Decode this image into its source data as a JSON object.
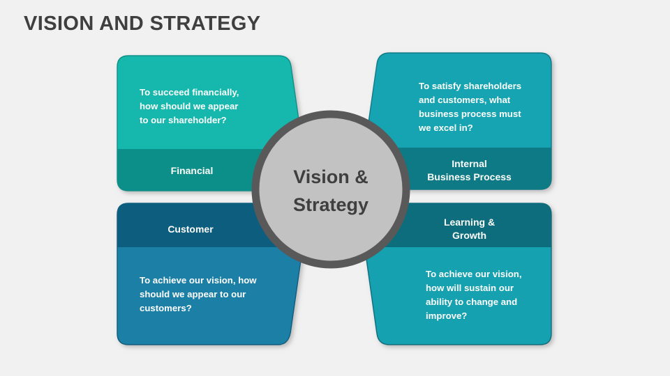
{
  "slide": {
    "title": "VISION AND STRATEGY",
    "background_color": "#f1f1f1",
    "title_color": "#3f3f3f"
  },
  "center": {
    "label": "Vision &\nStrategy",
    "fill_color": "#c2c2c2",
    "border_color": "#595959",
    "text_color": "#3f3f3f"
  },
  "quadrants": {
    "top_left": {
      "name": "Financial",
      "label": "Financial",
      "body": "To succeed financially,\nhow should we appear\nto our shareholder?",
      "fill_color": "#16b8ae",
      "band_color": "#0d8f89",
      "label_position": "bottom"
    },
    "top_right": {
      "name": "Internal Business Process",
      "label": "Internal\nBusiness Process",
      "body": "To satisfy shareholders\nand customers, what\nbusiness process must\nwe excel in?",
      "fill_color": "#18a4b2",
      "band_color": "#0e7a85",
      "label_position": "bottom"
    },
    "bottom_left": {
      "name": "Customer",
      "label": "Customer",
      "body": "To achieve our vision, how\nshould we appear to our\ncustomers?",
      "fill_color": "#1a7fa6",
      "band_color": "#0d5d7e",
      "label_position": "top"
    },
    "bottom_right": {
      "name": "Learning & Growth",
      "label": "Learning &\nGrowth",
      "body": "To achieve our vision,\nhow will sustain our\nability to change and\nimprove?",
      "fill_color": "#18a1b0",
      "band_color": "#0e6d7c",
      "label_position": "top"
    }
  }
}
